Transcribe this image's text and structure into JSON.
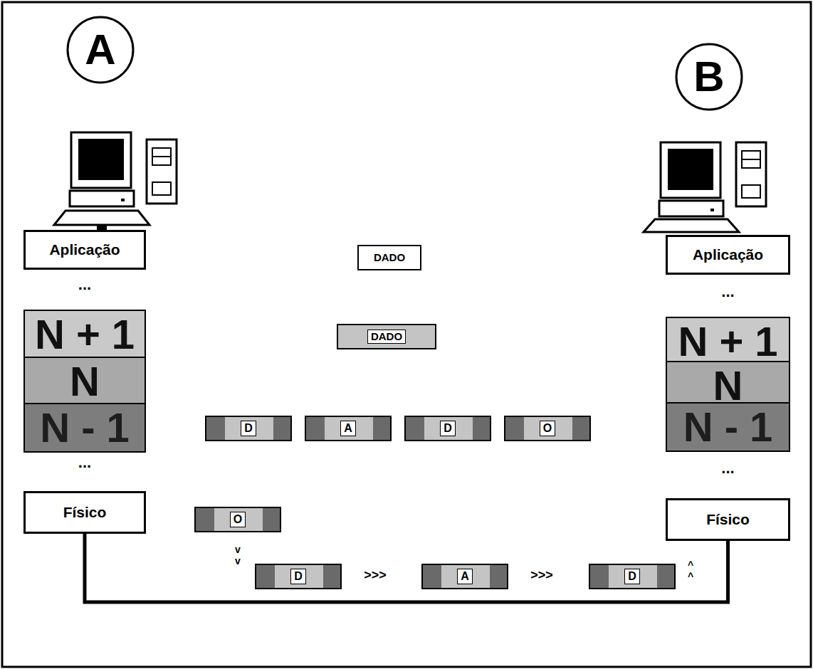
{
  "diagram": {
    "nodes": [
      {
        "text": [
          "A"
        ]
      },
      {
        "text": [
          "B"
        ]
      },
      {
        "text": [
          "Aplicação"
        ]
      },
      {
        "text": [
          "DADO"
        ]
      },
      {
        "text": [
          "Aplicação"
        ]
      },
      {
        "text": [
          "N + 1"
        ]
      },
      {
        "text": [
          "DADO"
        ]
      },
      {
        "text": [
          "N + 1"
        ]
      },
      {
        "text": [
          "N"
        ]
      },
      {
        "text": [
          "N"
        ]
      },
      {
        "text": [
          "N - 1"
        ]
      },
      {
        "text": [
          "D"
        ]
      },
      {
        "text": [
          "A"
        ]
      },
      {
        "text": [
          "D"
        ]
      },
      {
        "text": [
          "O"
        ]
      },
      {
        "text": [
          "N - 1"
        ]
      },
      {
        "text": [
          "Físico"
        ]
      },
      {
        "text": [
          "O"
        ]
      },
      {
        "text": [
          "Físico"
        ]
      },
      {
        "text": [
          "D"
        ]
      },
      {
        "text": [
          "A"
        ]
      },
      {
        "text": [
          "D"
        ]
      }
    ],
    "edges": [
      {
        "from": 16,
        "to": 18,
        "arrow": "none"
      }
    ],
    "labels": [
      "...",
      "...",
      "...",
      "...",
      "v",
      "v",
      ">>>",
      ">>>",
      "^",
      "^"
    ]
  }
}
